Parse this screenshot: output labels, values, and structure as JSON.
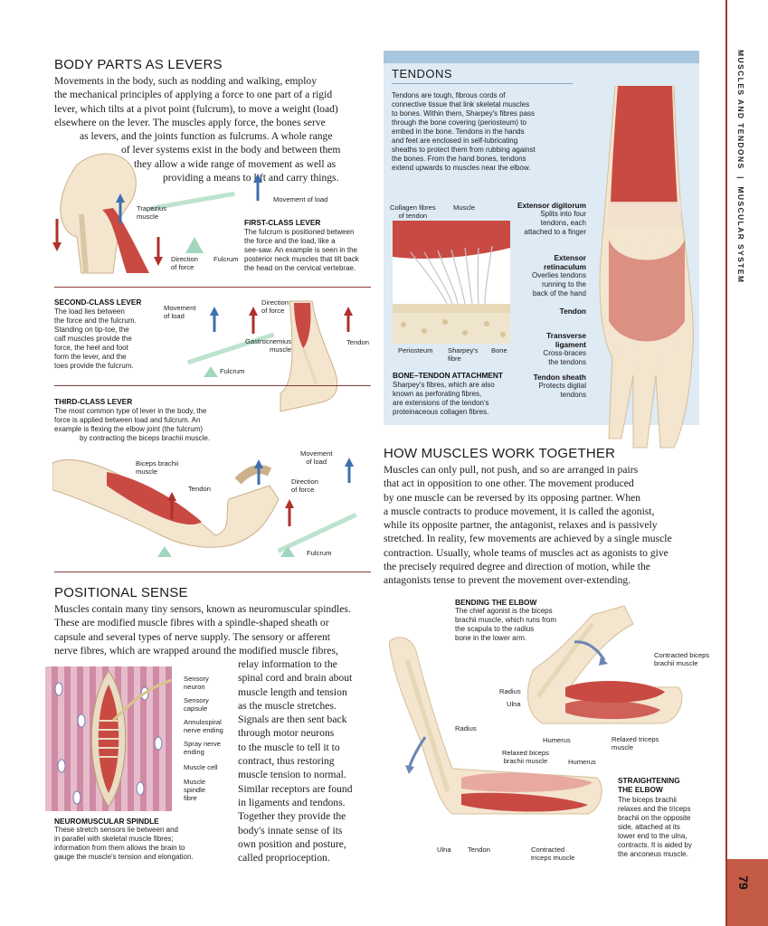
{
  "sidebar": {
    "section": "MUSCLES AND TENDONS",
    "sep": "|",
    "chapter": "MUSCULAR SYSTEM",
    "page": "79"
  },
  "levers": {
    "title": "BODY PARTS AS LEVERS",
    "body": [
      "Movements in the body, such as nodding and walking, employ",
      "the mechanical principles of applying a force to one part of a rigid",
      "lever, which tilts at a pivot point (fulcrum), to move a weight (load)",
      "elsewhere on the lever. The muscles apply force, the bones serve",
      "as levers, and the joints function as fulcrums. A whole range",
      "of lever systems exist in the body and between them",
      "they allow a wide range of movement as well as",
      "providing a means to lift and carry things."
    ],
    "first": {
      "trapezius": [
        "Trapezius",
        "muscle"
      ],
      "movement": "Movement of load",
      "direction": [
        "Direction",
        "of force"
      ],
      "fulcrum": "Fulcrum",
      "title": "FIRST-CLASS LEVER",
      "text": [
        "The fulcrum is positioned between",
        "the force and the load, like a",
        "see-saw. An example is seen in the",
        "posterior neck muscles that tilt back",
        "the head on the cervical vertebrae."
      ]
    },
    "second": {
      "title": "SECOND-CLASS LEVER",
      "text": [
        "The load lies between",
        "the force and the fulcrum.",
        "Standing on tip-toe, the",
        "calf muscles provide the",
        "force, the heel and foot",
        "form the lever, and the",
        "toes provide the fulcrum."
      ],
      "movement": [
        "Movement",
        "of load"
      ],
      "direction": [
        "Direction",
        "of force"
      ],
      "gastro": [
        "Gastrocnemius",
        "muscle"
      ],
      "tendon": "Tendon",
      "fulcrum": "Fulcrum"
    },
    "third": {
      "title": "THIRD-CLASS LEVER",
      "text": [
        "The most common type of lever in the body, the",
        "force is applied between load and fulcrum. An",
        "example is flexing the elbow joint (the fulcrum)",
        "by contracting the biceps brachii muscle."
      ],
      "biceps": [
        "Biceps brachii",
        "muscle"
      ],
      "tendon": "Tendon",
      "movement": [
        "Movement",
        "of load"
      ],
      "direction": [
        "Direction",
        "of force"
      ],
      "fulcrum": "Fulcrum"
    }
  },
  "tendons": {
    "title": "TENDONS",
    "text": [
      "Tendons are tough, fibrous cords of",
      "connective tissue that link skeletal muscles",
      "to bones. Within them, Sharpey's fibres pass",
      "through the bone covering (periosteum) to",
      "embed in the bone. Tendons in the hands",
      "and feet are enclosed in self-lubricating",
      "sheaths to protect them from rubbing against",
      "the bones. From the hand bones, tendons",
      "extend upwards to muscles near the elbow."
    ],
    "collagen": [
      "Collagen fibres",
      "of tendon"
    ],
    "muscle": "Muscle",
    "periosteum": "Periosteum",
    "sharpey": [
      "Sharpey's",
      "fibre"
    ],
    "bone": "Bone",
    "attach_title": "BONE–TENDON ATTACHMENT",
    "attach_text": [
      "Sharpey's fibres, which are also",
      "known as perforating fibres,",
      "are extensions of the tendon's",
      "proteinaceous collagen fibres."
    ],
    "hand": [
      {
        "t": "Extensor digitorum",
        "d": [
          "Splits into four",
          "tendons, each",
          "attached to a finger"
        ]
      },
      {
        "t": "Extensor",
        "t2": "retinaculum",
        "d": [
          "Overlies tendons",
          "running to the",
          "back of the hand"
        ]
      },
      {
        "t": "Tendon",
        "d": []
      },
      {
        "t": "Transverse",
        "t2": "ligament",
        "d": [
          "Cross-braces",
          "the tendons"
        ]
      },
      {
        "t": "Tendon sheath",
        "d": [
          "Protects digital",
          "tendons"
        ]
      }
    ]
  },
  "together": {
    "title": "HOW MUSCLES WORK TOGETHER",
    "body": [
      "Muscles can only pull, not push, and so are arranged in pairs",
      "that act in opposition to one other. The movement produced",
      "by one muscle can be reversed by its opposing partner. When",
      "a muscle contracts to produce movement, it is called the agonist,",
      "while its opposite partner, the antagonist, relaxes and is passively",
      "stretched. In reality, few movements are achieved by a single muscle",
      "contraction. Usually, whole teams of muscles act as agonists to give",
      "the precisely required degree and direction of motion, while the",
      "antagonists tense to prevent the movement over-extending."
    ],
    "bend_title": "BENDING THE ELBOW",
    "bend_text": [
      "The chief agonist is the biceps",
      "brachii muscle, which runs from",
      "the scapula to the radius",
      "bone in the lower arm."
    ],
    "contracted_biceps": [
      "Contracted biceps",
      "brachii muscle"
    ],
    "radius": "Radius",
    "ulna": "Ulna",
    "radius2": "Radius",
    "humerus": "Humerus",
    "relaxed_triceps": [
      "Relaxed triceps",
      "muscle"
    ],
    "relaxed_biceps": [
      "Relaxed biceps",
      "brachii muscle"
    ],
    "humerus2": "Humerus",
    "straight_title": [
      "STRAIGHTENING",
      "THE ELBOW"
    ],
    "straight_text": [
      "The biceps brachii",
      "relaxes and the triceps",
      "brachii on the opposite",
      "side, attached at its",
      "lower end to the ulna,",
      "contracts. It is aided by",
      "the anconeus muscle."
    ],
    "ulna2": "Ulna",
    "tendon": "Tendon",
    "contracted_triceps": [
      "Contracted",
      "triceps muscle"
    ]
  },
  "positional": {
    "title": "POSITIONAL SENSE",
    "body_full": [
      "Muscles contain many tiny sensors, known as neuromuscular spindles.",
      "These are modified muscle fibres with a spindle-shaped sheath or",
      "capsule and several types of nerve supply. The sensory or afferent",
      "nerve fibres, which are wrapped around the modified muscle fibres,"
    ],
    "body_col": [
      "relay information to the",
      "spinal cord and brain about",
      "muscle length and tension",
      "as the muscle stretches.",
      "Signals are then sent back",
      "through motor neurons",
      "to the muscle to tell it to",
      "contract, thus restoring",
      "muscle tension to normal.",
      "Similar receptors are found",
      "in ligaments and tendons.",
      "Together they provide the",
      "body's innate sense of its",
      "own position and posture,",
      "called proprioception."
    ],
    "spindle_labels": [
      [
        "Sensory",
        "neuron"
      ],
      [
        "Sensory",
        "capsule"
      ],
      [
        "Annulospiral",
        "nerve ending"
      ],
      [
        "Spray nerve",
        "ending"
      ],
      [
        "Muscle cell"
      ],
      [
        "Muscle",
        "spindle",
        "fibre"
      ]
    ],
    "spindle_title": "NEUROMUSCULAR SPINDLE",
    "spindle_text": [
      "These stretch sensors lie between and",
      "in parallel with skeletal muscle fibres;",
      "information from them allows the brain to",
      "gauge the muscle's tension and elongation."
    ]
  }
}
